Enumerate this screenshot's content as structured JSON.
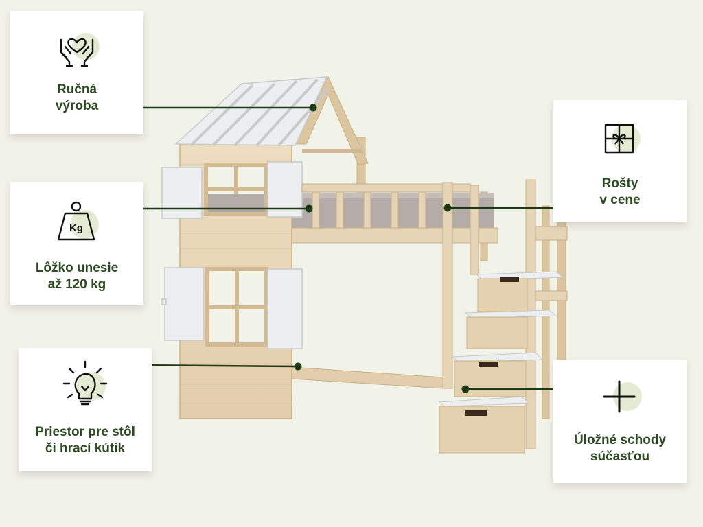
{
  "colors": {
    "background": "#f1f2e8",
    "accent_text": "#2c4a21",
    "connector_line": "#1d3a17",
    "icon_circle": "#e3ecd3",
    "wood": "#e6d4b6",
    "panel_white": "#eceeef"
  },
  "features": [
    {
      "icon": "hands-heart-icon",
      "line1": "Ručná",
      "line2": "výroba"
    },
    {
      "icon": "weight-kg-icon",
      "line1": "Lôžko unesie",
      "line2": "až 120 kg"
    },
    {
      "icon": "lightbulb-icon",
      "line1": "Priestor pre stôl",
      "line2": "či hrací kútik"
    },
    {
      "icon": "gift-box-icon",
      "line1": "Rošty",
      "line2": "v cene"
    },
    {
      "icon": "plus-icon",
      "line1": "Úložné schody",
      "line2": "súčasťou"
    }
  ]
}
